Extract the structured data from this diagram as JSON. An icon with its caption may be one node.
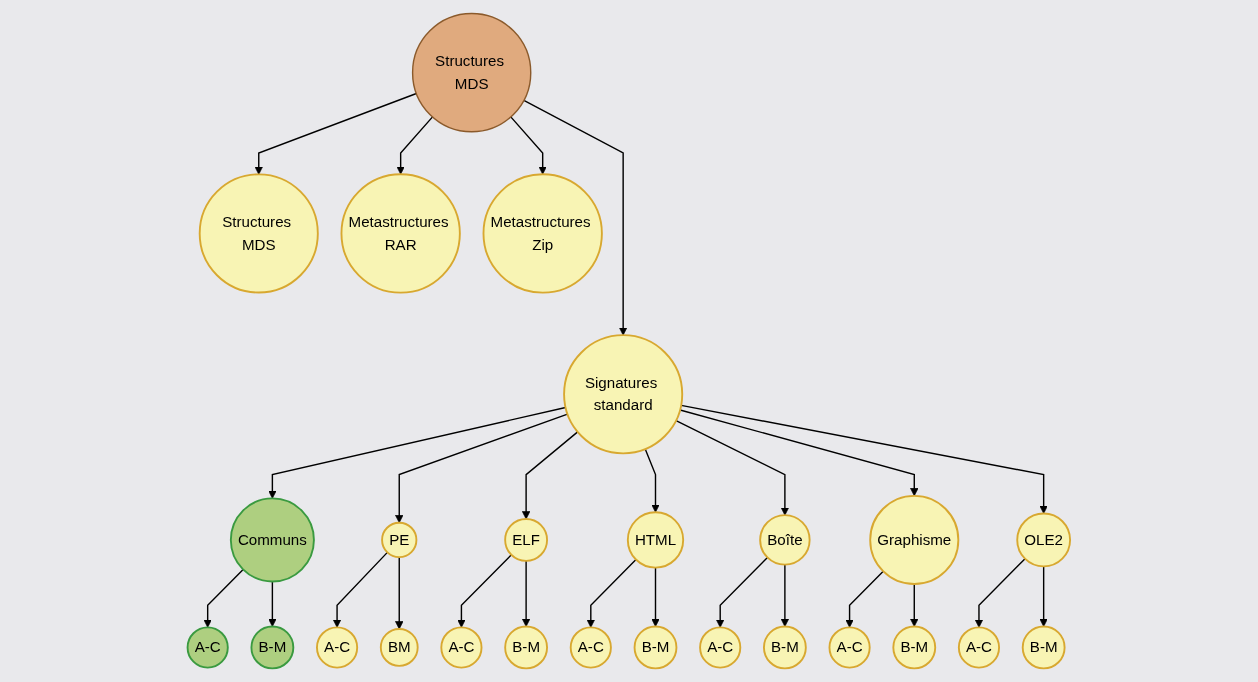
{
  "diagram": {
    "nodes": [
      {
        "text": [
          "Structures MDS"
        ]
      },
      {
        "text": [
          "Structures MDS"
        ]
      },
      {
        "text": [
          "Metastructures RAR"
        ]
      },
      {
        "text": [
          "Metastructures Zip"
        ]
      },
      {
        "text": [
          "Signatures standard"
        ]
      },
      {
        "text": [
          "Communs"
        ]
      },
      {
        "text": [
          "PE"
        ]
      },
      {
        "text": [
          "ELF"
        ]
      },
      {
        "text": [
          "HTML"
        ]
      },
      {
        "text": [
          "Boîte"
        ]
      },
      {
        "text": [
          "Graphisme"
        ]
      },
      {
        "text": [
          "OLE2"
        ]
      },
      {
        "text": [
          "A-C"
        ]
      },
      {
        "text": [
          "B-M"
        ]
      },
      {
        "text": [
          "A-C"
        ]
      },
      {
        "text": [
          "BM"
        ]
      },
      {
        "text": [
          "A-C"
        ]
      },
      {
        "text": [
          "B-M"
        ]
      },
      {
        "text": [
          "A-C"
        ]
      },
      {
        "text": [
          "B-M"
        ]
      },
      {
        "text": [
          "A-C"
        ]
      },
      {
        "text": [
          "B-M"
        ]
      },
      {
        "text": [
          "A-C"
        ]
      },
      {
        "text": [
          "B-M"
        ]
      },
      {
        "text": [
          "A-C"
        ]
      },
      {
        "text": [
          "B-M"
        ]
      }
    ],
    "edges": [
      {
        "from": 0,
        "to": 1,
        "arrow": "to"
      },
      {
        "from": 0,
        "to": 2,
        "arrow": "to"
      },
      {
        "from": 0,
        "to": 3,
        "arrow": "to"
      },
      {
        "from": 0,
        "to": 4,
        "arrow": "to"
      },
      {
        "from": 4,
        "to": 5,
        "arrow": "to"
      },
      {
        "from": 4,
        "to": 6,
        "arrow": "to"
      },
      {
        "from": 4,
        "to": 7,
        "arrow": "to"
      },
      {
        "from": 4,
        "to": 8,
        "arrow": "to"
      },
      {
        "from": 4,
        "to": 9,
        "arrow": "to"
      },
      {
        "from": 4,
        "to": 10,
        "arrow": "to"
      },
      {
        "from": 4,
        "to": 11,
        "arrow": "to"
      },
      {
        "from": 5,
        "to": 12,
        "arrow": "to"
      },
      {
        "from": 5,
        "to": 13,
        "arrow": "to"
      },
      {
        "from": 6,
        "to": 14,
        "arrow": "to"
      },
      {
        "from": 6,
        "to": 15,
        "arrow": "to"
      },
      {
        "from": 7,
        "to": 16,
        "arrow": "to"
      },
      {
        "from": 7,
        "to": 17,
        "arrow": "to"
      },
      {
        "from": 8,
        "to": 18,
        "arrow": "to"
      },
      {
        "from": 8,
        "to": 19,
        "arrow": "to"
      },
      {
        "from": 9,
        "to": 20,
        "arrow": "to"
      },
      {
        "from": 9,
        "to": 21,
        "arrow": "to"
      },
      {
        "from": 10,
        "to": 22,
        "arrow": "to"
      },
      {
        "from": 10,
        "to": 23,
        "arrow": "to"
      },
      {
        "from": 11,
        "to": 24,
        "arrow": "to"
      },
      {
        "from": 11,
        "to": 25,
        "arrow": "to"
      }
    ]
  }
}
